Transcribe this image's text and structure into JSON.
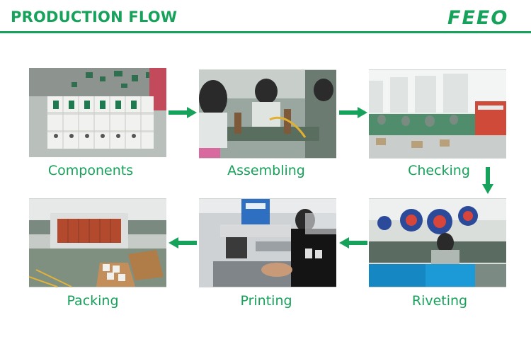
{
  "header": {
    "title": "PRODUCTION FLOW",
    "logo_text": "FEEO",
    "accent_color": "#16a25a"
  },
  "steps": [
    {
      "label": "Components"
    },
    {
      "label": "Assembling"
    },
    {
      "label": "Checking"
    },
    {
      "label": "Riveting"
    },
    {
      "label": "Printing"
    },
    {
      "label": "Packing"
    }
  ],
  "arrows": [
    "arrow-right-icon",
    "arrow-right-icon",
    "arrow-down-icon",
    "arrow-left-icon",
    "arrow-left-icon"
  ]
}
